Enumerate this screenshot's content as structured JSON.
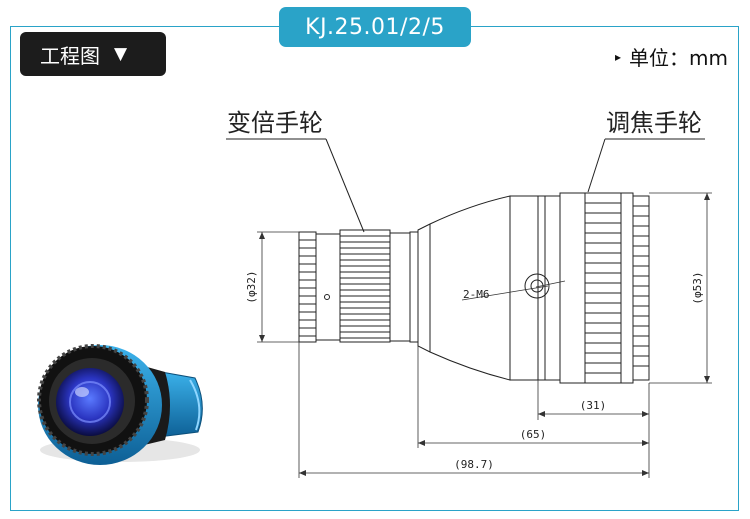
{
  "header": {
    "model": "KJ.25.01/2/5",
    "drawing_button": "工程图",
    "drawing_button_arrow": "▼",
    "unit_marker": "▸",
    "unit_label": "单位：mm"
  },
  "diagram": {
    "callouts": {
      "zoom_ring": "变倍手轮",
      "focus_ring": "调焦手轮"
    },
    "dimensions": {
      "front_diameter": "(φ32)",
      "rear_diameter": "(φ53)",
      "thread": "2-M6",
      "len_31": "(31)",
      "len_65": "(65)",
      "len_98_7": "(98.7)"
    }
  },
  "product_photo": {
    "body_color": "#1f8fd0",
    "glass_color": "#2a34c0"
  },
  "colors": {
    "accent": "#2aa3c8",
    "button_bg": "#1c1c1c"
  }
}
